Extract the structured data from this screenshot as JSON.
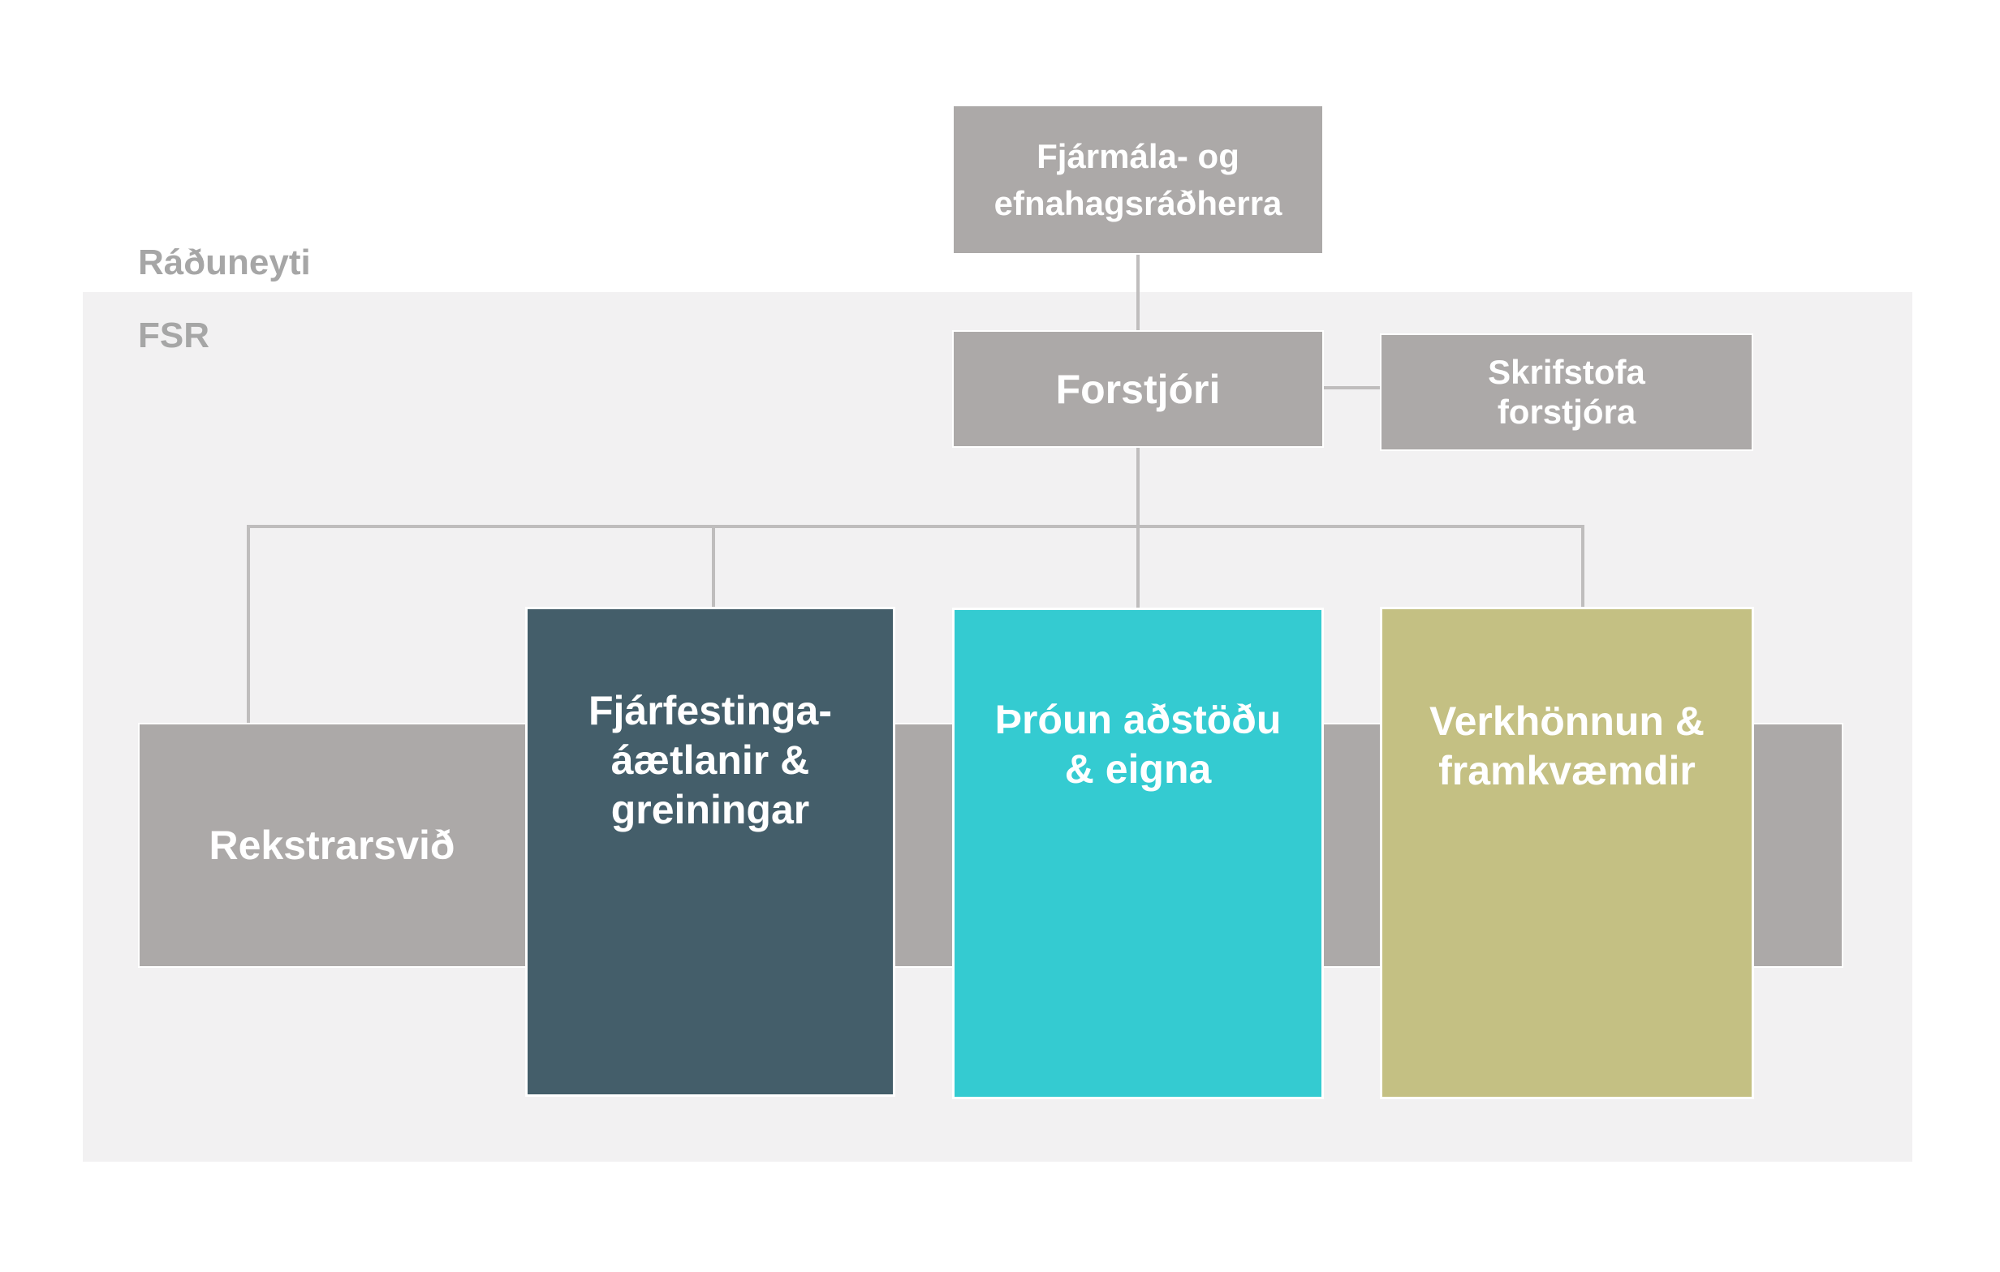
{
  "regions": {
    "ministry_label": "Ráðuneyti",
    "fsr_label": "FSR"
  },
  "minister": {
    "line1": "Fjármála- og",
    "line2": "efnahagsráðherra"
  },
  "director": {
    "label": "Forstjóri"
  },
  "director_office": {
    "line1": "Skrifstofa",
    "line2": "forstjóra"
  },
  "operations": {
    "label": "Rekstrarsvið"
  },
  "divisions": [
    {
      "lines": [
        "Fjárfestinga-",
        "áætlanir &",
        "greiningar"
      ],
      "color": "#445e6a"
    },
    {
      "lines": [
        "Þróun aðstöðu",
        "& eigna"
      ],
      "color": "#34cbd1"
    },
    {
      "lines": [
        "Verkhönnun &",
        "framkvæmdir"
      ],
      "color": "#c4c083"
    }
  ],
  "colors": {
    "gray_box": "#aca9a8",
    "fsr_background": "#f2f1f2",
    "connector": "#bfbdbd",
    "label_text": "#a6a6a6"
  }
}
